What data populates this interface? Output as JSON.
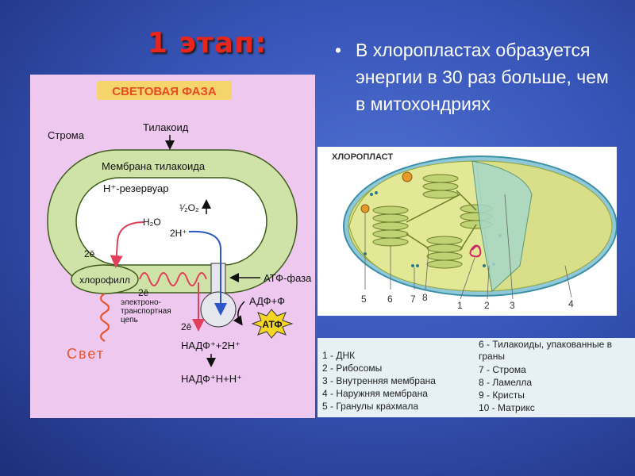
{
  "slide": {
    "title": "1 этап:",
    "bullet": "В хлоропластах образуется энергии в 30 раз больше, чем в митохондриях"
  },
  "light_phase": {
    "heading": "СВЕТОВАЯ ФАЗА",
    "stroma": "Строма",
    "thylakoid": "Тилакоид",
    "membrane": "Мембрана тилакоида",
    "h_reservoir": "Н⁺-резервуар",
    "water": "Н₂О",
    "oxygen": "¹⁄₂О₂",
    "two_h": "2Н⁺",
    "two_e_1": "2ē",
    "two_e_2": "2ē",
    "two_e_3": "2ē",
    "chlorophyll": "хлорофилл",
    "etc_line1": "электроно-",
    "etc_line2": "транспортная",
    "etc_line3": "цепь",
    "atp_phase": "АТФ-фаза",
    "adp": "АДФ+Ф",
    "atp": "АТФ",
    "light": "Свет",
    "nadp_1": "НАДФ⁺+2Н⁺",
    "nadp_2": "НАДФ⁺Н+Н⁺"
  },
  "chloroplast": {
    "heading": "ХЛОРОПЛАСТ",
    "numbers": [
      "5",
      "6",
      "7",
      "8",
      "1",
      "2",
      "3",
      "4"
    ]
  },
  "legend": {
    "left": [
      "1 - ДНК",
      "2 - Рибосомы",
      "3 - Внутренняя мембрана",
      "4 - Наружняя мембрана",
      "5 - Гранулы крахмала"
    ],
    "right_first": "6 - Тилакоиды, упакованные в граны",
    "right": [
      "7 - Строма",
      "8 - Ламелла",
      "9 - Кристы",
      "10 - Матрикс"
    ]
  }
}
